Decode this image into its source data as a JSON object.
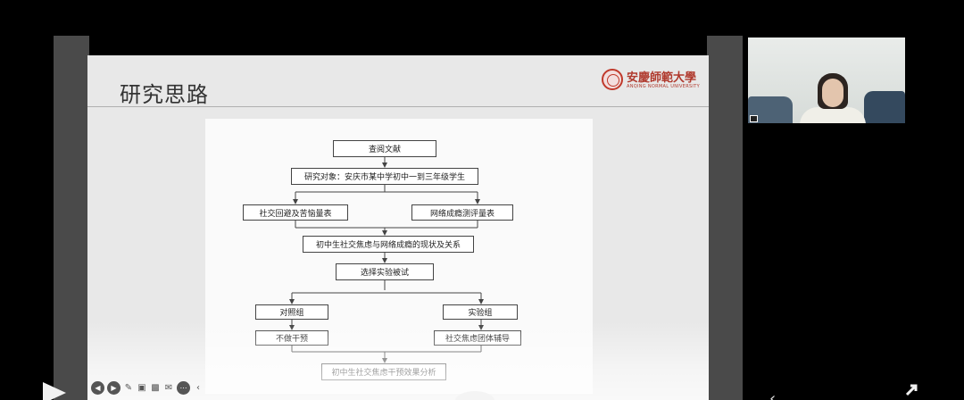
{
  "slide": {
    "title": "研究思路",
    "logo_cn": "安慶師範大學",
    "logo_en": "ANQING NORMAL UNIVERSITY"
  },
  "flowchart": {
    "step1": "查阅文献",
    "step2": "研究对象：安庆市某中学初中一到三年级学生",
    "scale_left": "社交回避及苦恼量表",
    "scale_right": "网络成瘾测评量表",
    "step4": "初中生社交焦虑与网络成瘾的现状及关系",
    "step5": "选择实验被试",
    "control_group": "对照组",
    "experiment_group": "实验组",
    "control_action": "不做干预",
    "experiment_action": "社交焦虑团体辅导",
    "final": "初中生社交焦虑干预效果分析"
  },
  "toolbar": {
    "icons": [
      "prev-icon",
      "next-icon",
      "pen-icon",
      "screen-icon",
      "camera-icon",
      "chat-icon",
      "more-icon",
      "collapse-icon"
    ]
  },
  "colors": {
    "logo_red": "#b03a2e",
    "slide_bg": "#e8e8e8",
    "sidebar": "#4a4a4a"
  }
}
